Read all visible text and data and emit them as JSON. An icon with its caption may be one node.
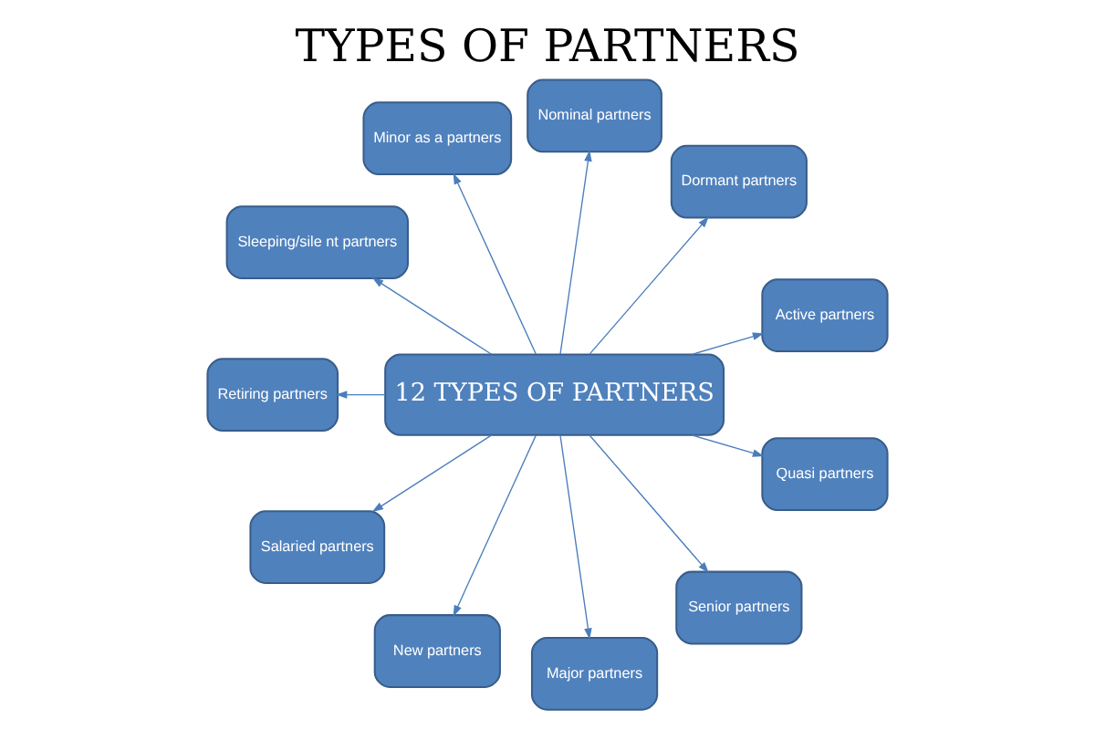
{
  "diagram": {
    "title": "TYPES OF PARTNERS",
    "nodes": [
      {
        "text": [
          "12 TYPES OF PARTNERS"
        ]
      },
      {
        "text": [
          "Active partners"
        ]
      },
      {
        "text": [
          "Dormant partners"
        ]
      },
      {
        "text": [
          "Nominal partners"
        ]
      },
      {
        "text": [
          "Minor as a partners"
        ]
      },
      {
        "text": [
          "Sleeping/sile nt partners"
        ]
      },
      {
        "text": [
          "Retiring partners"
        ]
      },
      {
        "text": [
          "Salaried partners"
        ]
      },
      {
        "text": [
          "New partners"
        ]
      },
      {
        "text": [
          "Major partners"
        ]
      },
      {
        "text": [
          "Senior partners"
        ]
      },
      {
        "text": [
          "Quasi partners"
        ]
      }
    ],
    "edges": [
      {
        "from": 0,
        "to": 1,
        "arrow": "to"
      },
      {
        "from": 0,
        "to": 2,
        "arrow": "to"
      },
      {
        "from": 0,
        "to": 3,
        "arrow": "to"
      },
      {
        "from": 0,
        "to": 4,
        "arrow": "to"
      },
      {
        "from": 0,
        "to": 5,
        "arrow": "to"
      },
      {
        "from": 0,
        "to": 6,
        "arrow": "to"
      },
      {
        "from": 0,
        "to": 7,
        "arrow": "to"
      },
      {
        "from": 0,
        "to": 8,
        "arrow": "to"
      },
      {
        "from": 0,
        "to": 9,
        "arrow": "to"
      },
      {
        "from": 0,
        "to": 10,
        "arrow": "to"
      },
      {
        "from": 0,
        "to": 11,
        "arrow": "to"
      }
    ]
  }
}
